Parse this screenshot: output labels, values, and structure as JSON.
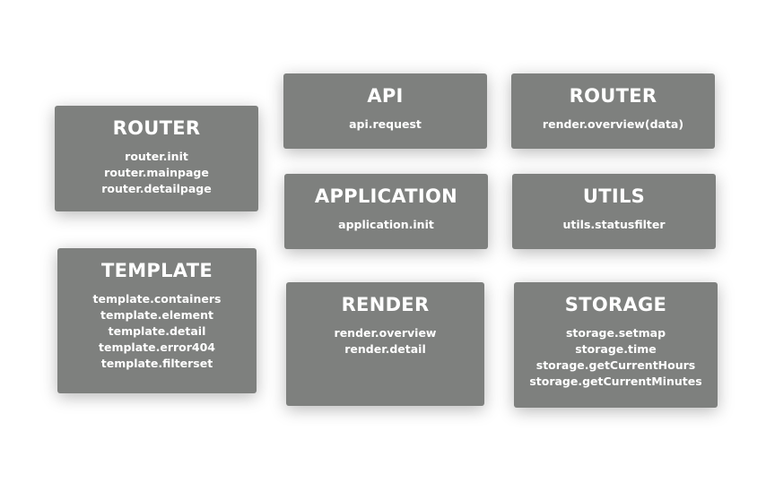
{
  "modules": [
    {
      "title": "ROUTER",
      "items": [
        "router.init",
        "router.mainpage",
        "router.detailpage"
      ]
    },
    {
      "title": "TEMPLATE",
      "items": [
        "template.containers",
        "template.element",
        "template.detail",
        "template.error404",
        "template.filterset"
      ]
    },
    {
      "title": "API",
      "items": [
        "api.request"
      ]
    },
    {
      "title": "APPLICATION",
      "items": [
        "application.init"
      ]
    },
    {
      "title": "RENDER",
      "items": [
        "render.overview",
        "render.detail"
      ]
    },
    {
      "title": "ROUTER",
      "items": [
        "render.overview(data)"
      ]
    },
    {
      "title": "UTILS",
      "items": [
        "utils.statusfilter"
      ]
    },
    {
      "title": "STORAGE",
      "items": [
        "storage.setmap",
        "storage.time",
        "storage.getCurrentHours",
        "storage.getCurrentMinutes"
      ]
    }
  ]
}
